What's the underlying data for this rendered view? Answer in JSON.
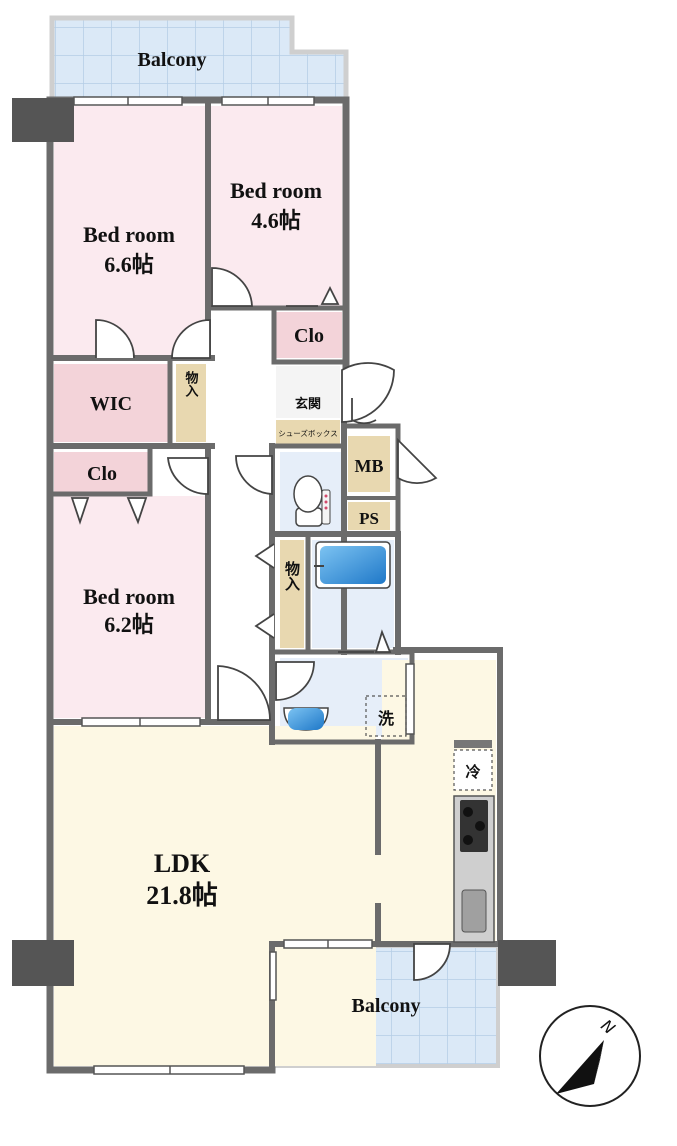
{
  "rooms": {
    "balcony_top": "Balcony",
    "bedroom_a_name": "Bed room",
    "bedroom_a_size": "6.6帖",
    "bedroom_b_name": "Bed room",
    "bedroom_b_size": "4.6帖",
    "clo_upper": "Clo",
    "wic": "WIC",
    "storage_upper": "物入",
    "entrance": "玄関",
    "shoe_box": "シューズボックス",
    "mb": "MB",
    "ps": "PS",
    "clo_lower": "Clo",
    "bedroom_c_name": "Bed room",
    "bedroom_c_size": "6.2帖",
    "storage_lower": "物入",
    "washer": "洗",
    "fridge": "冷",
    "ldk_name": "LDK",
    "ldk_size": "21.8帖",
    "balcony_bottom": "Balcony"
  },
  "compass": {
    "label": "N",
    "icon": "north-arrow-icon"
  },
  "colors": {
    "wall": "#6b6b6b",
    "bedroom": "#fbeaef",
    "clo": "#f3d3d9",
    "storage": "#e8d8b0",
    "ldk": "#fdf8e4",
    "wet": "#e6eef9",
    "balcony": "#dbe9f7",
    "balcony_line": "#b5cde6",
    "bath": "#2f8ed8",
    "hall": "#ffffff"
  }
}
